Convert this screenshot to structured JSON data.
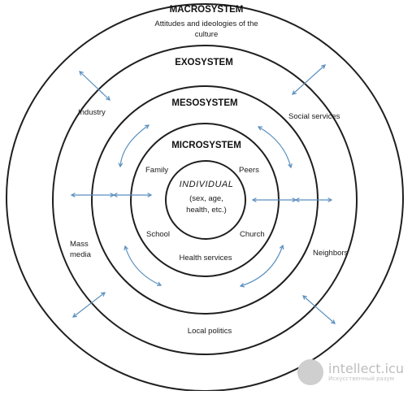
{
  "rings": {
    "macro": {
      "title": "MACROSYSTEM",
      "subtitle_line1": "Attitudes and ideologies of the",
      "subtitle_line2": "culture"
    },
    "exo": {
      "title": "EXOSYSTEM"
    },
    "meso": {
      "title": "MESOSYSTEM"
    },
    "micro": {
      "title": "MICROSYSTEM"
    }
  },
  "individual": {
    "title": "INDIVIDUAL",
    "line1": "(sex, age,",
    "line2": "health, etc.)"
  },
  "micro_items": {
    "family": "Family",
    "peers": "Peers",
    "school": "School",
    "church": "Church",
    "health": "Health services"
  },
  "exo_items": {
    "industry": "Industry",
    "social": "Social services",
    "mass1": "Mass",
    "mass2": "media",
    "neighbors": "Neighbors",
    "politics": "Local politics"
  },
  "watermark": {
    "name": "intellect.icu",
    "sub": "Искусственный разум"
  },
  "colors": {
    "ring": "#1f1f1f",
    "arrow": "#5a8fbf"
  }
}
